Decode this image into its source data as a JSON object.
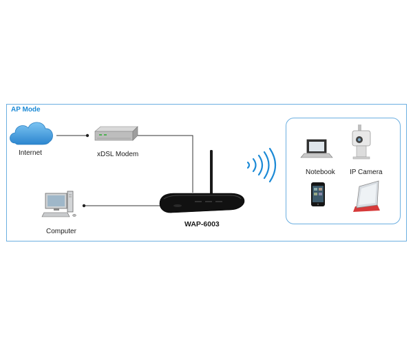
{
  "panel": {
    "title": "AP Mode"
  },
  "nodes": {
    "internet": "Internet",
    "modem": "xDSL Modem",
    "computer": "Computer",
    "router": "WAP-6003",
    "notebook": "Notebook",
    "ip_camera": "IP Camera"
  },
  "colors": {
    "accent": "#1c8ad6",
    "border": "#6aaee0",
    "wifi": "#1c8ad6",
    "link": "#333333"
  }
}
